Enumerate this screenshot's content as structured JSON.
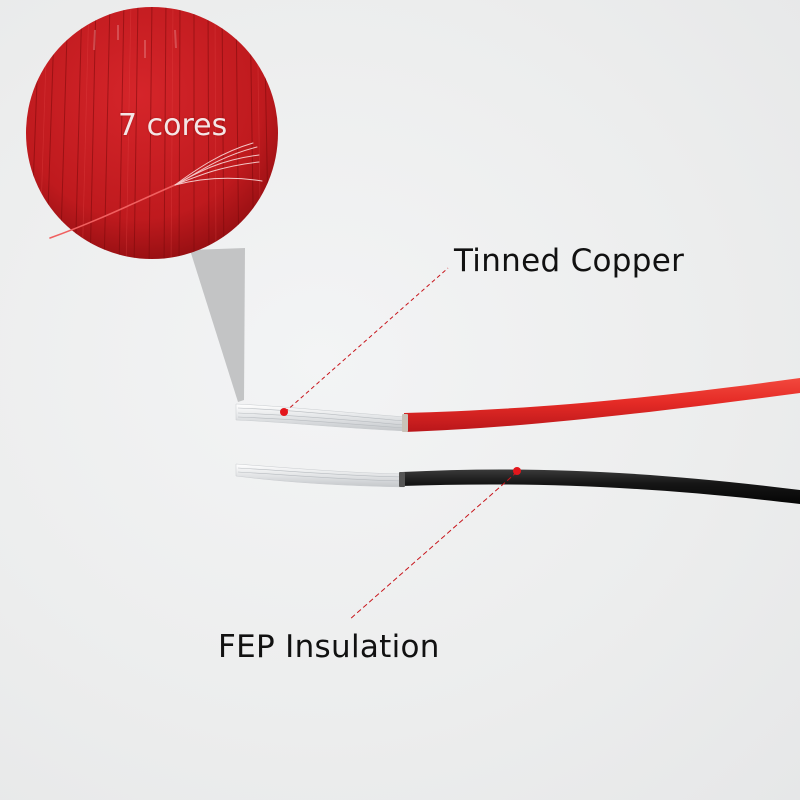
{
  "image": {
    "description": "Product photo of red and black stranded hookup wires with stripped tinned copper ends, with a magnified inset and callout labels",
    "background_color": "#eeeff0"
  },
  "magnifier": {
    "label": "7 cores",
    "fill_color": "#c41a1c",
    "text_color": "#f4e6e6"
  },
  "callouts": [
    {
      "id": "conductor",
      "label": "Tinned Copper",
      "leader_color": "#c8161c"
    },
    {
      "id": "insulation",
      "label": "FEP Insulation",
      "leader_color": "#c8161c"
    }
  ],
  "wires": [
    {
      "color_name": "red",
      "jacket_color": "#e52b26"
    },
    {
      "color_name": "black",
      "jacket_color": "#151515"
    }
  ]
}
